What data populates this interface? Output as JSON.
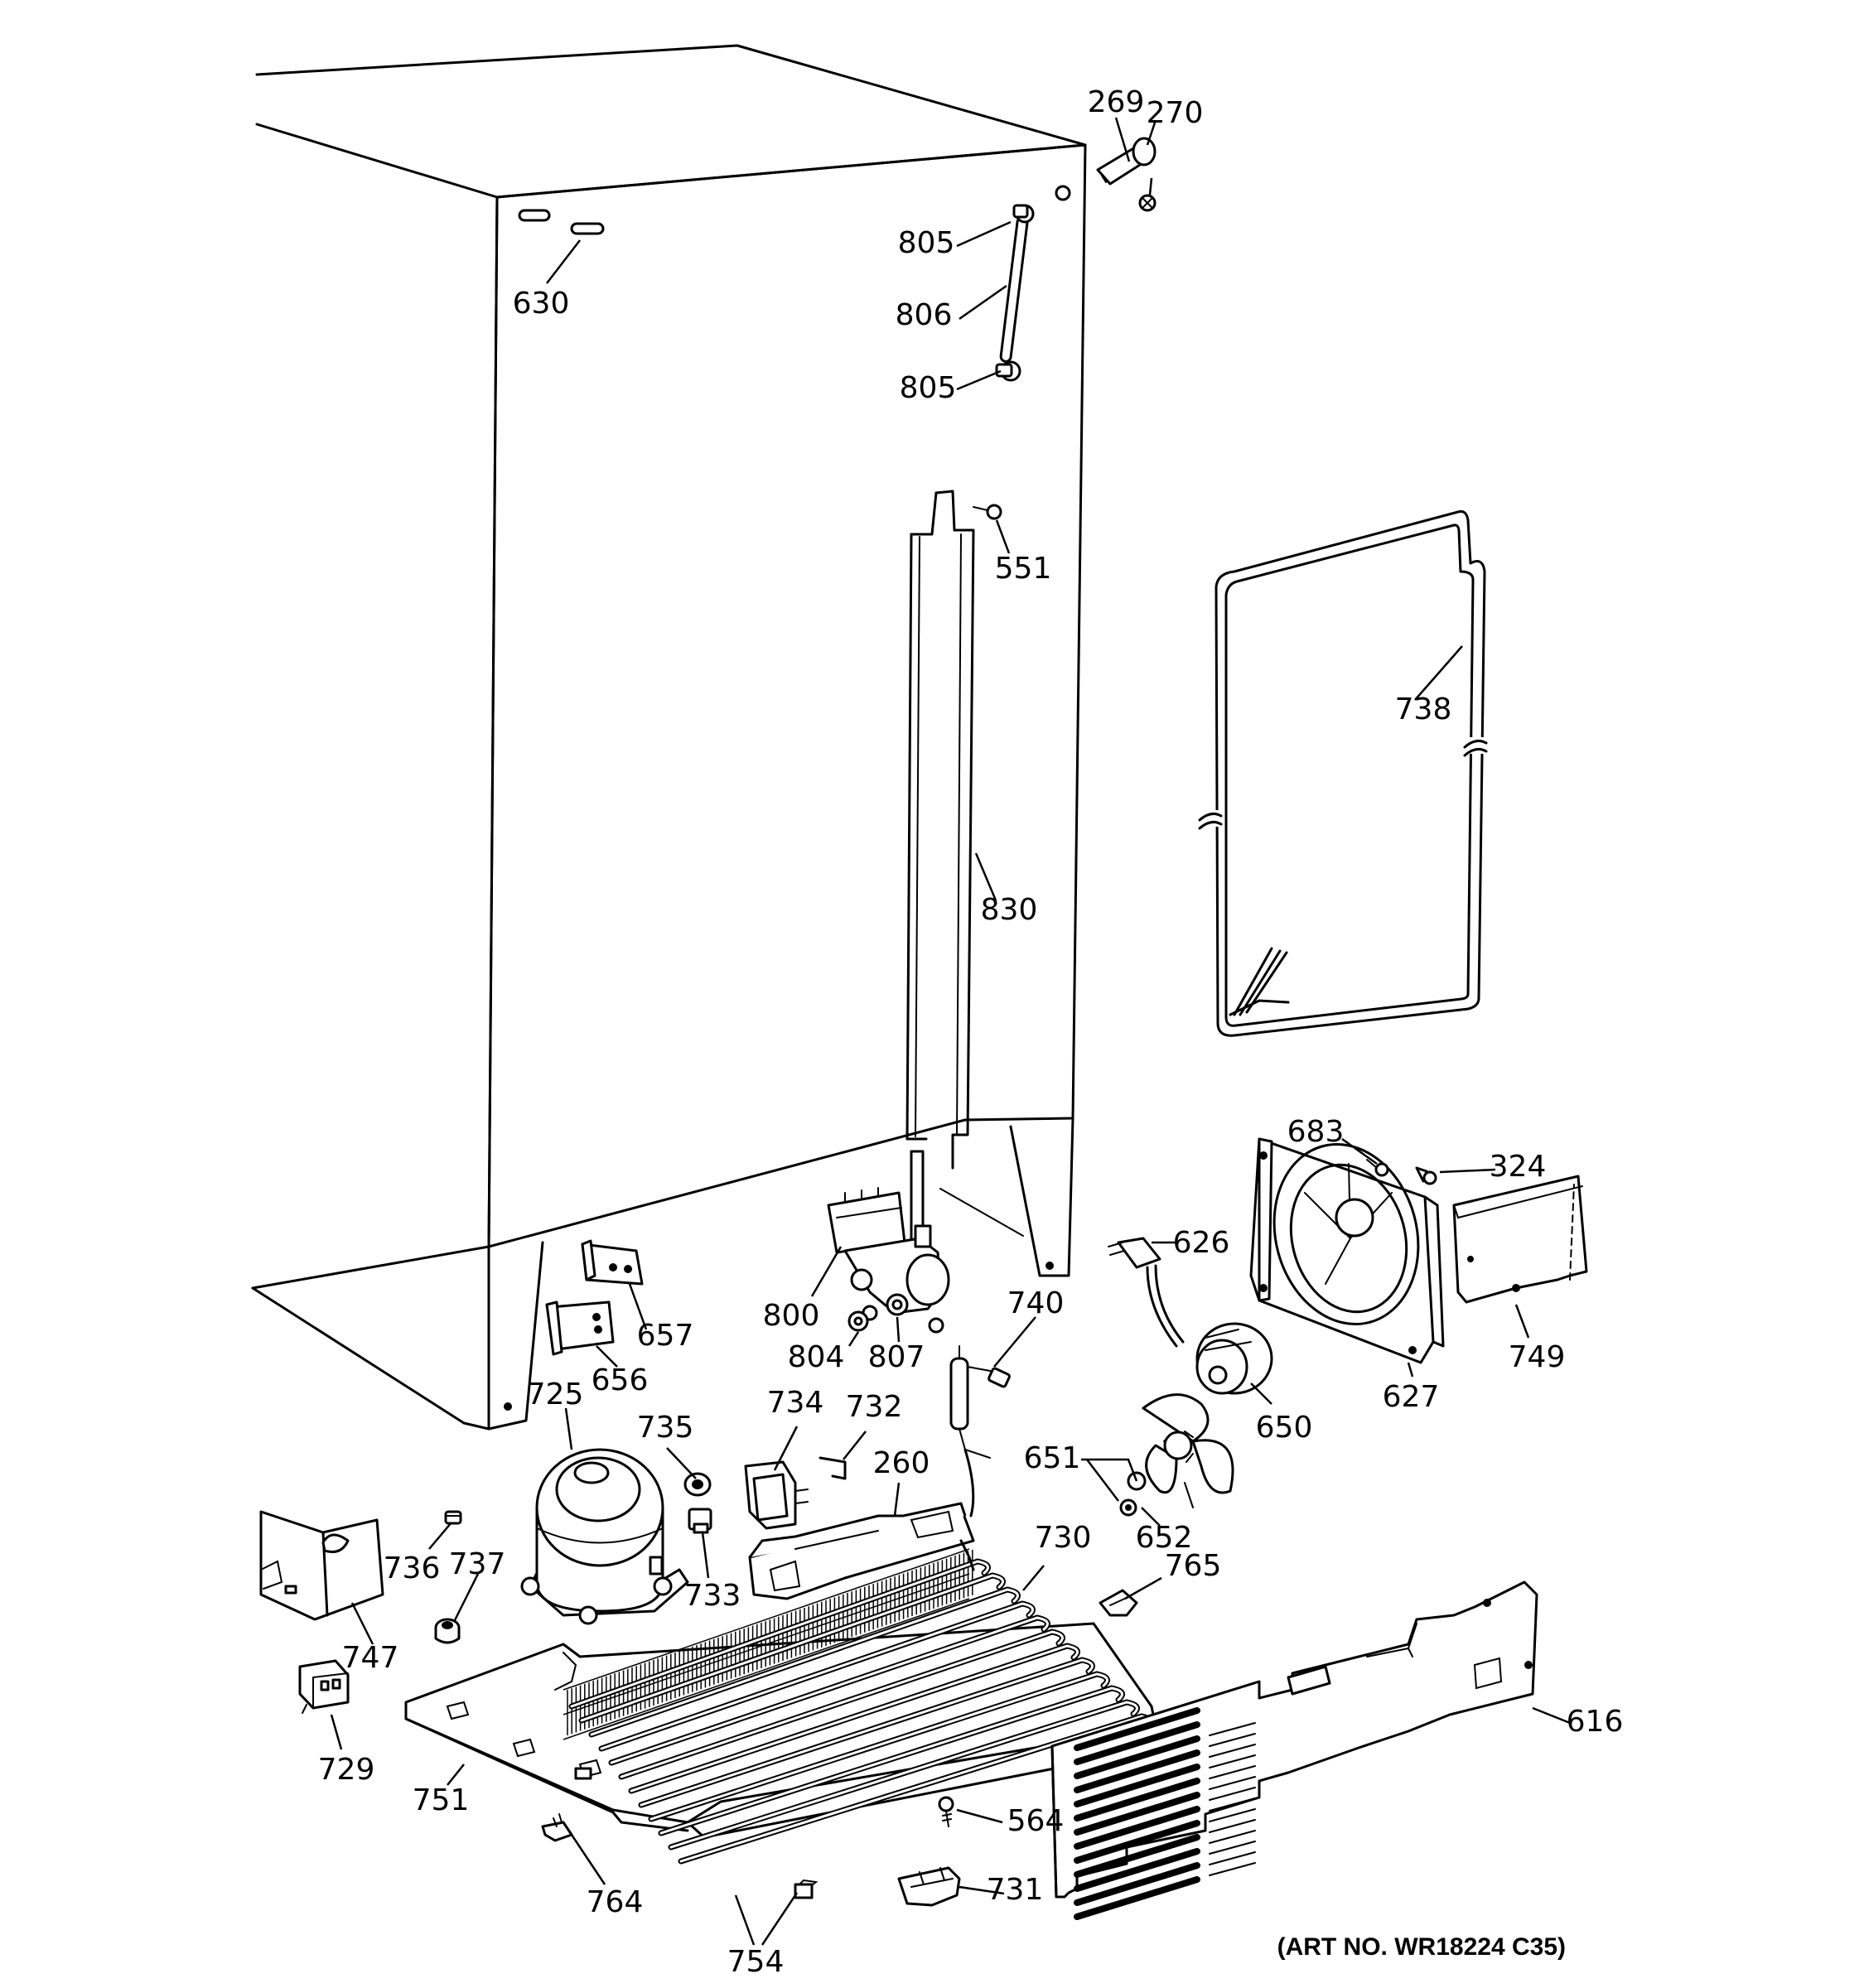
{
  "art_number": "(ART NO. WR18224 C35)",
  "callouts": {
    "p269": "269",
    "p270": "270",
    "p630": "630",
    "p805a": "805",
    "p806": "806",
    "p805b": "805",
    "p551": "551",
    "p738": "738",
    "p830": "830",
    "p683": "683",
    "p324": "324",
    "p626": "626",
    "p800": "800",
    "p657": "657",
    "p656": "656",
    "p804": "804",
    "p807": "807",
    "p740": "740",
    "p627": "627",
    "p749": "749",
    "p650": "650",
    "p725": "725",
    "p735": "735",
    "p734": "734",
    "p732": "732",
    "p260": "260",
    "p651": "651",
    "p652": "652",
    "p730": "730",
    "p765": "765",
    "p736": "736",
    "p737": "737",
    "p733": "733",
    "p747": "747",
    "p616": "616",
    "p729": "729",
    "p751": "751",
    "p564": "564",
    "p764": "764",
    "p731": "731",
    "p754": "754"
  }
}
